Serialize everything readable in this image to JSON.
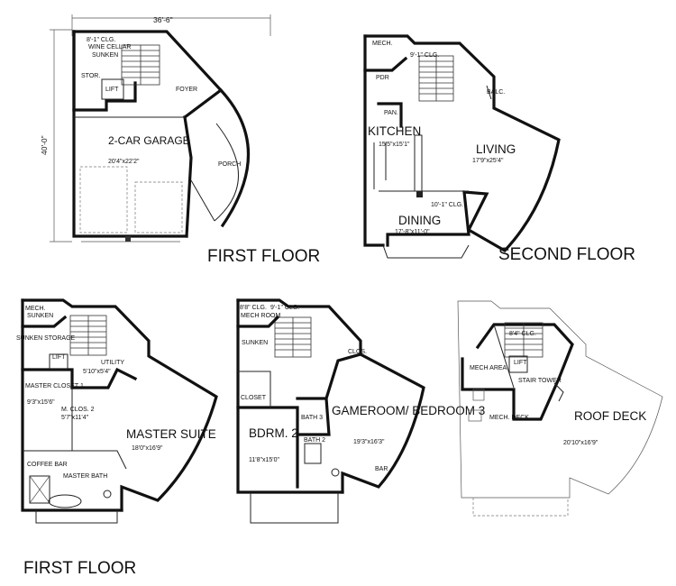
{
  "dimensions": {
    "width": "36'-6\"",
    "depth": "40'-0\""
  },
  "floors": {
    "first": {
      "title": "FIRST FLOOR",
      "rooms": {
        "wine_cellar": "WINE CELLAR",
        "wine_clg": "8'-1\" CLG.",
        "sunken": "SUNKEN",
        "stor": "STOR.",
        "lift": "LIFT",
        "foyer": "FOYER",
        "garage": "2-CAR GARAGE",
        "garage_dim": "20'4\"x22'2\"",
        "porch": "PORCH"
      }
    },
    "second": {
      "title": "SECOND FLOOR",
      "rooms": {
        "mech": "MECH.",
        "clg": "9'-1\" CLG.",
        "pdr": "PDR",
        "pan": "PAN.",
        "balc": "BALC.",
        "kitchen": "KITCHEN",
        "kitchen_dim": "15'5\"x15'1\"",
        "living": "LIVING",
        "living_dim": "17'9\"x25'4\"",
        "dining_clg": "10'-1\" CLG.",
        "dining": "DINING",
        "dining_dim": "17'-8\"x11'-0\""
      }
    },
    "third": {
      "title": "FIRST FLOOR",
      "rooms": {
        "mech": "MECH.",
        "sunken": "SUNKEN",
        "storage": "SUNKEN STORAGE",
        "lift": "LIFT",
        "utility": "UTILITY",
        "utility_dim": "5'10\"x5'4\"",
        "master_closet_1": "MASTER CLOSET 1",
        "master_closet_1_dim": "9'3\"x15'6\"",
        "m_clos_2": "M. CLOS. 2",
        "m_clos_2_dim": "5'7\"x11'4\"",
        "master_suite": "MASTER SUITE",
        "master_suite_dim": "18'0\"x16'9\"",
        "coffee_bar": "COFFEE BAR",
        "master_bath": "MASTER BATH"
      }
    },
    "fourth": {
      "rooms": {
        "clg_a": "8'8\" CLG.",
        "clg_b": "9'-1\" CLG.",
        "mech_room": "MECH ROOM",
        "sunken": "SUNKEN",
        "clos": "CLOS.",
        "closet": "CLOSET",
        "bath3": "BATH 3",
        "gameroom": "GAMEROOM/ BEDROOM 3",
        "gameroom_dim": "19'3\"x16'3\"",
        "bdrm2": "BDRM. 2",
        "bdrm2_dim": "11'8\"x15'0\"",
        "bath2": "BATH 2",
        "bar": "BAR"
      }
    },
    "roof": {
      "rooms": {
        "clg": "8'4\" CLG.",
        "mech_area": "MECH AREA",
        "lift": "LIFT",
        "stair_tower": "STAIR TOWER",
        "mech_deck": "MECH. DECK",
        "roof_deck": "ROOF DECK",
        "roof_deck_dim": "20'10\"x16'9\""
      }
    }
  }
}
